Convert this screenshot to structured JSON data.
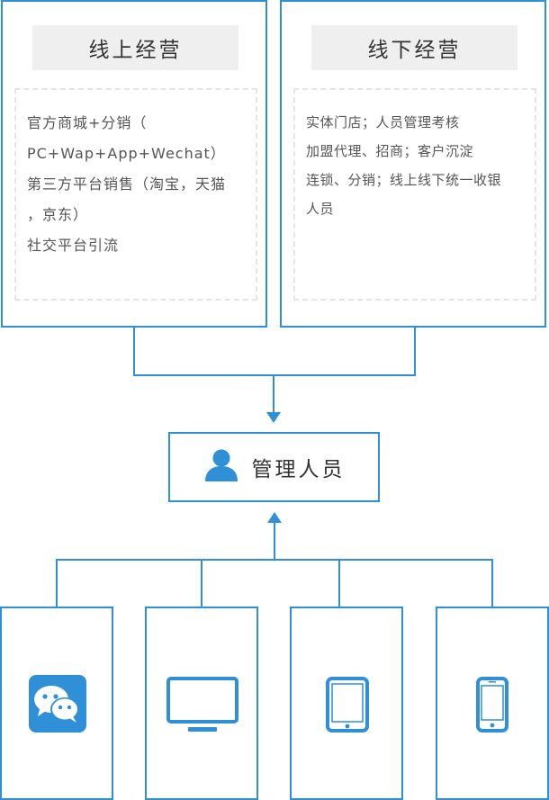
{
  "online": {
    "title": "线上经营",
    "lines": [
      "官方商城+分销（",
      "PC+Wap+App+Wechat）",
      "第三方平台销售（淘宝，天猫",
      "，京东）",
      "社交平台引流"
    ]
  },
  "offline": {
    "title": "线下经营",
    "lines": [
      "实体门店；人员管理考核",
      "加盟代理、招商；客户沉淀",
      "连锁、分销；线上线下统一收银",
      "人员"
    ]
  },
  "manager": {
    "label": "管理人员",
    "icon": "user-icon"
  },
  "devices": [
    {
      "icon": "wechat-icon"
    },
    {
      "icon": "monitor-icon"
    },
    {
      "icon": "tablet-icon"
    },
    {
      "icon": "phone-icon"
    }
  ],
  "colors": {
    "accent": "#2f8fd7",
    "title_bg": "#efefef",
    "dashed_border": "#e4e4e4",
    "text": "#555555"
  }
}
